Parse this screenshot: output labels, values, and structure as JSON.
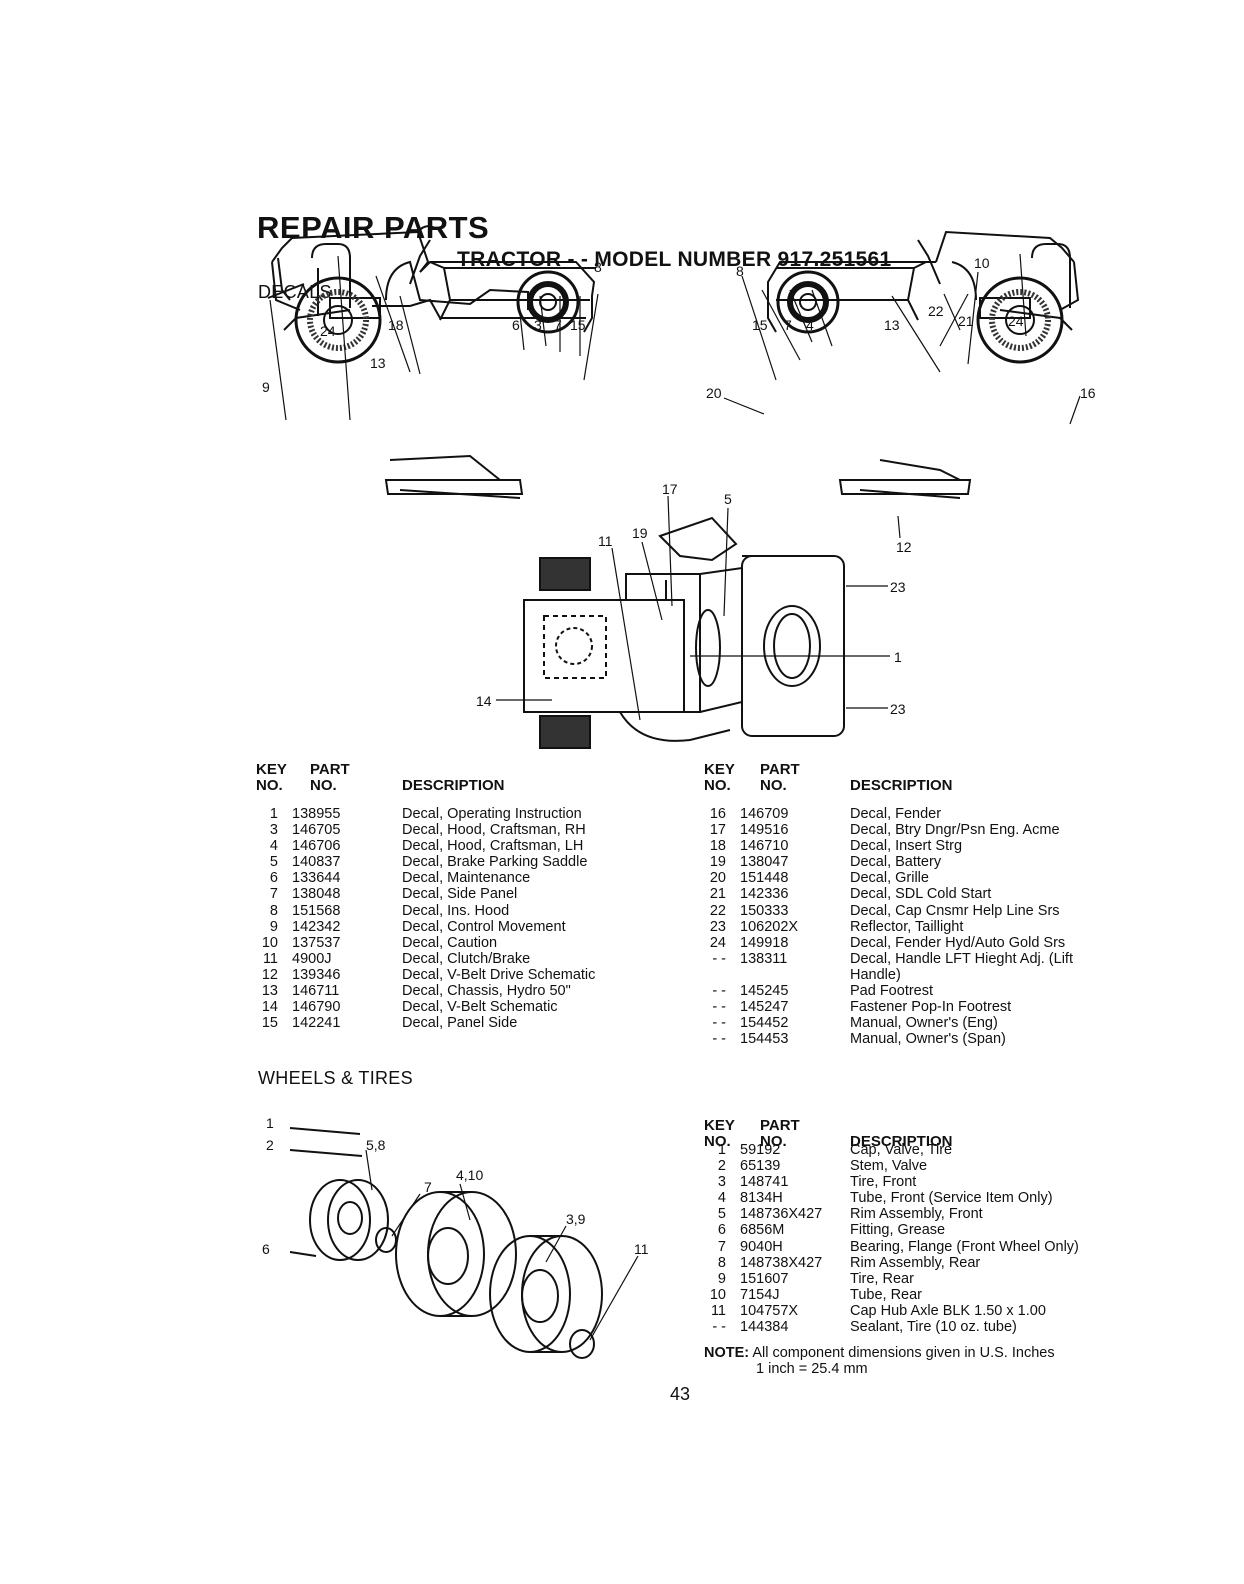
{
  "header": {
    "title": "REPAIR PARTS",
    "subtitle": "TRACTOR - - MODEL NUMBER 917.251561"
  },
  "decals": {
    "section_title": "DECALS",
    "columns": {
      "key": "KEY",
      "no": "NO.",
      "part": "PART",
      "part_no": "NO.",
      "desc": "DESCRIPTION"
    },
    "left_rows": [
      {
        "key": "1",
        "part": "138955",
        "desc": "Decal, Operating Instruction"
      },
      {
        "key": "3",
        "part": "146705",
        "desc": "Decal, Hood, Craftsman, RH"
      },
      {
        "key": "4",
        "part": "146706",
        "desc": "Decal, Hood, Craftsman, LH"
      },
      {
        "key": "5",
        "part": "140837",
        "desc": "Decal, Brake Parking Saddle"
      },
      {
        "key": "6",
        "part": "133644",
        "desc": "Decal, Maintenance"
      },
      {
        "key": "7",
        "part": "138048",
        "desc": "Decal, Side Panel"
      },
      {
        "key": "8",
        "part": "151568",
        "desc": "Decal, Ins. Hood"
      },
      {
        "key": "9",
        "part": "142342",
        "desc": "Decal, Control Movement"
      },
      {
        "key": "10",
        "part": "137537",
        "desc": "Decal, Caution"
      },
      {
        "key": "11",
        "part": "4900J",
        "desc": "Decal, Clutch/Brake"
      },
      {
        "key": "12",
        "part": "139346",
        "desc": "Decal, V-Belt Drive Schematic"
      },
      {
        "key": "13",
        "part": "146711",
        "desc": "Decal, Chassis, Hydro 50\""
      },
      {
        "key": "14",
        "part": "146790",
        "desc": "Decal, V-Belt Schematic"
      },
      {
        "key": "15",
        "part": "142241",
        "desc": "Decal, Panel Side"
      }
    ],
    "right_rows": [
      {
        "key": "16",
        "part": "146709",
        "desc": "Decal, Fender"
      },
      {
        "key": "17",
        "part": "149516",
        "desc": "Decal, Btry Dngr/Psn Eng. Acme"
      },
      {
        "key": "18",
        "part": "146710",
        "desc": "Decal, Insert Strg"
      },
      {
        "key": "19",
        "part": "138047",
        "desc": "Decal, Battery"
      },
      {
        "key": "20",
        "part": "151448",
        "desc": "Decal, Grille"
      },
      {
        "key": "21",
        "part": "142336",
        "desc": "Decal, SDL Cold Start"
      },
      {
        "key": "22",
        "part": "150333",
        "desc": "Decal, Cap Cnsmr Help Line Srs"
      },
      {
        "key": "23",
        "part": "106202X",
        "desc": "Reflector, Taillight"
      },
      {
        "key": "24",
        "part": "149918",
        "desc": "Decal, Fender Hyd/Auto Gold Srs"
      },
      {
        "key": "- -",
        "part": "138311",
        "desc": "Decal, Handle LFT Hieght Adj. (Lift"
      },
      {
        "key": "",
        "part": "",
        "desc": "Handle)"
      },
      {
        "key": "- -",
        "part": "145245",
        "desc": "Pad Footrest"
      },
      {
        "key": "- -",
        "part": "145247",
        "desc": "Fastener Pop-In Footrest"
      },
      {
        "key": "- -",
        "part": "154452",
        "desc": "Manual, Owner's (Eng)"
      },
      {
        "key": "- -",
        "part": "154453",
        "desc": "Manual, Owner's (Span)"
      }
    ],
    "callouts": [
      "24",
      "18",
      "6",
      "3",
      "7",
      "15",
      "8",
      "13",
      "9",
      "15",
      "7",
      "4",
      "13",
      "22",
      "21",
      "24",
      "8",
      "10",
      "20",
      "16",
      "17",
      "5",
      "19",
      "11",
      "12",
      "23",
      "1",
      "14",
      "23"
    ]
  },
  "wheels": {
    "section_title": "WHEELS & TIRES",
    "rows": [
      {
        "key": "1",
        "part": "59192",
        "desc": "Cap, Valve, Tire"
      },
      {
        "key": "2",
        "part": "65139",
        "desc": "Stem, Valve"
      },
      {
        "key": "3",
        "part": "148741",
        "desc": "Tire, Front"
      },
      {
        "key": "4",
        "part": "8134H",
        "desc": "Tube, Front (Service Item Only)"
      },
      {
        "key": "5",
        "part": "148736X427",
        "desc": "Rim Assembly, Front"
      },
      {
        "key": "6",
        "part": "6856M",
        "desc": "Fitting, Grease"
      },
      {
        "key": "7",
        "part": "9040H",
        "desc": "Bearing, Flange (Front Wheel Only)"
      },
      {
        "key": "8",
        "part": "148738X427",
        "desc": "Rim Assembly, Rear"
      },
      {
        "key": "9",
        "part": "151607",
        "desc": "Tire, Rear"
      },
      {
        "key": "10",
        "part": "7154J",
        "desc": "Tube, Rear"
      },
      {
        "key": "11",
        "part": "104757X",
        "desc": "Cap Hub Axle BLK 1.50 x 1.00"
      },
      {
        "key": "- -",
        "part": "144384",
        "desc": "Sealant, Tire (10 oz. tube)"
      }
    ],
    "callouts": [
      "1",
      "2",
      "5,8",
      "4,10",
      "7",
      "3,9",
      "6",
      "11"
    ],
    "note_label": "NOTE:",
    "note_line1": "All component dimensions given in U.S. Inches",
    "note_line2": "1 inch = 25.4 mm"
  },
  "page_number": "43"
}
